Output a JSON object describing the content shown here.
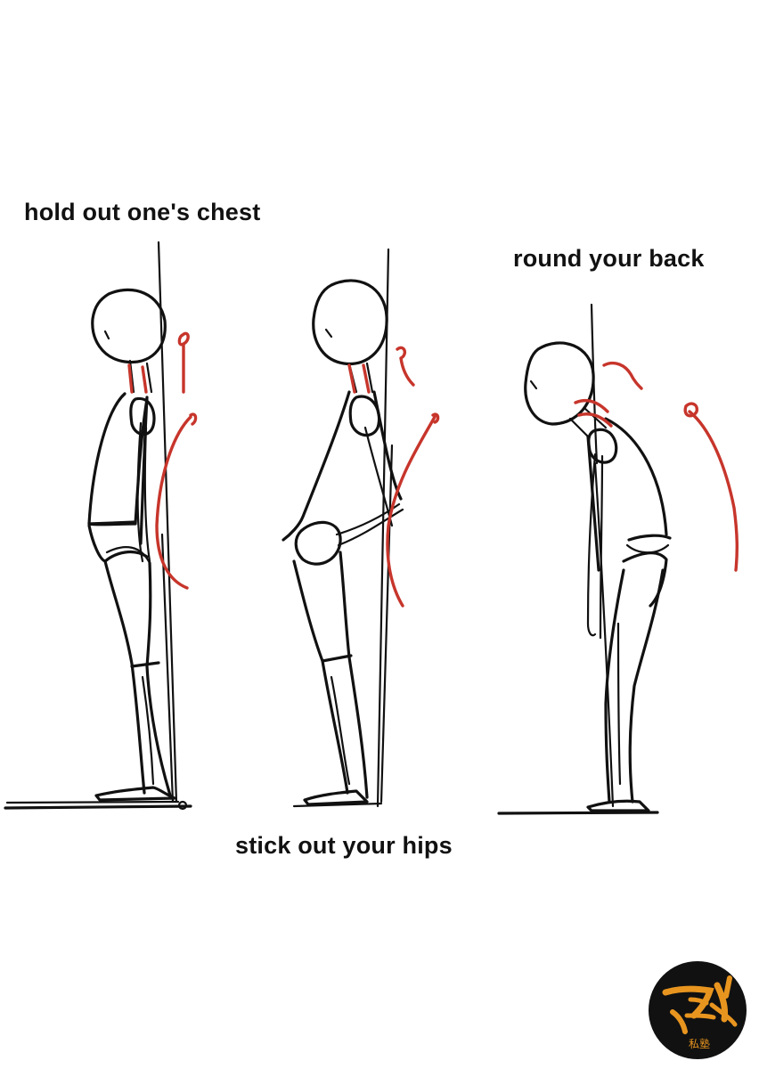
{
  "captions": {
    "hold_chest": "hold out one's chest",
    "round_back": "round your back",
    "stick_hips": "stick out your hips"
  },
  "colors": {
    "ink": "#111111",
    "spine_line": "#c7352b",
    "background": "#ffffff",
    "logo_bg": "#111111",
    "logo_brush": "#e8951f"
  },
  "logo": {
    "text": "アニメ",
    "subtext": "私塾"
  }
}
